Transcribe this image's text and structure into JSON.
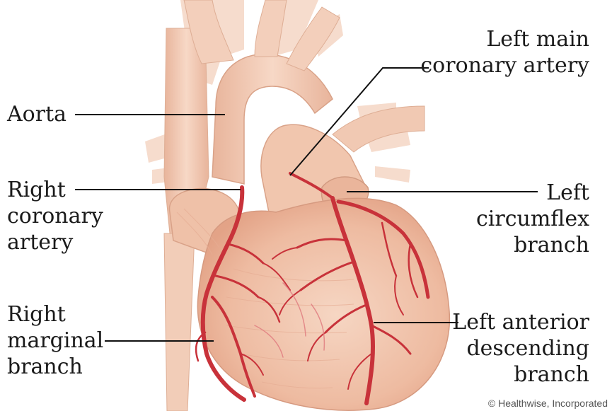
{
  "labels": {
    "aorta": [
      "Aorta"
    ],
    "right_coronary_artery": [
      "Right",
      "coronary",
      "artery"
    ],
    "right_marginal_branch": [
      "Right",
      "marginal",
      "branch"
    ],
    "left_main_coronary_artery": [
      "Left main",
      "coronary artery"
    ],
    "left_circumflex_branch": [
      "Left",
      "circumflex",
      "branch"
    ],
    "left_anterior_descending_branch": [
      "Left anterior",
      "descending",
      "branch"
    ]
  },
  "credit": "© Healthwise, Incorporated",
  "colors": {
    "tissue": "#f3c9b2",
    "tissue_shadow": "#e6a98e",
    "artery": "#c8323a",
    "artery_dark": "#9e1f28",
    "leader": "#111111"
  }
}
